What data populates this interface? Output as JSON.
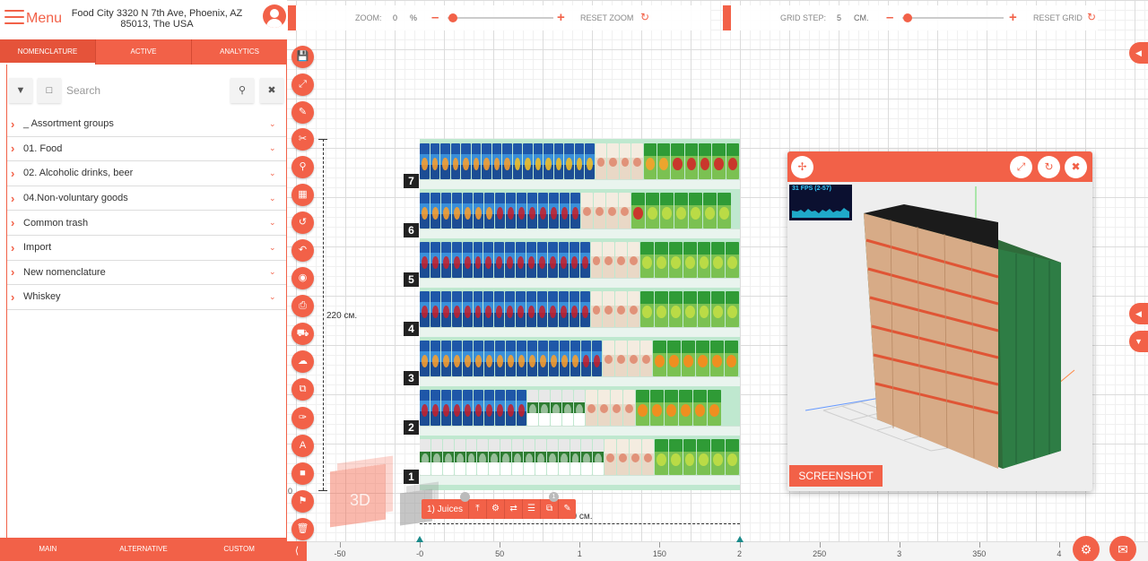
{
  "header": {
    "menu_label": "Menu",
    "store_address": "Food City 3320 N 7th Ave, Phoenix, AZ 85013, The USA"
  },
  "tabs": [
    {
      "label": "NOMENCLATURE",
      "active": true
    },
    {
      "label": "ACTIVE",
      "active": false
    },
    {
      "label": "ANALYTICS",
      "active": false
    }
  ],
  "search": {
    "placeholder": "Search",
    "value": ""
  },
  "tree": [
    "_ Assortment groups",
    "01. Food",
    "02. Alcoholic drinks, beer",
    "04.Non-voluntary goods",
    "Common trash",
    "Import",
    "New nomenclature",
    "Whiskey"
  ],
  "bottom_tabs": [
    "MAIN",
    "ALTERNATIVE",
    "CUSTOM"
  ],
  "zoom": {
    "label": "ZOOM:",
    "value": "0",
    "unit": "%",
    "reset": "RESET ZOOM",
    "level": 0.05
  },
  "grid": {
    "label": "GRID STEP:",
    "value": "5",
    "unit": "CM.",
    "reset": "RESET GRID",
    "level": 0.05
  },
  "planogram": {
    "height_label": "220 см.",
    "width_label": "00 см.",
    "shelf_numbers": [
      "7",
      "6",
      "5",
      "4",
      "3",
      "2",
      "1"
    ],
    "corner_zero": "0"
  },
  "selection": {
    "label": "1) Juices",
    "badge_a": "",
    "badge_b": "1"
  },
  "cube_label": "3D",
  "ruler": [
    "-50",
    "-0",
    "50",
    "1",
    "150",
    "2",
    "250",
    "3",
    "350",
    "4"
  ],
  "preview": {
    "fps": "31 FPS (2-57)",
    "screenshot": "SCREENSHOT"
  },
  "colors": {
    "accent": "#f26148",
    "dark": "#222222",
    "shelf_green": "#bfe8cf"
  }
}
